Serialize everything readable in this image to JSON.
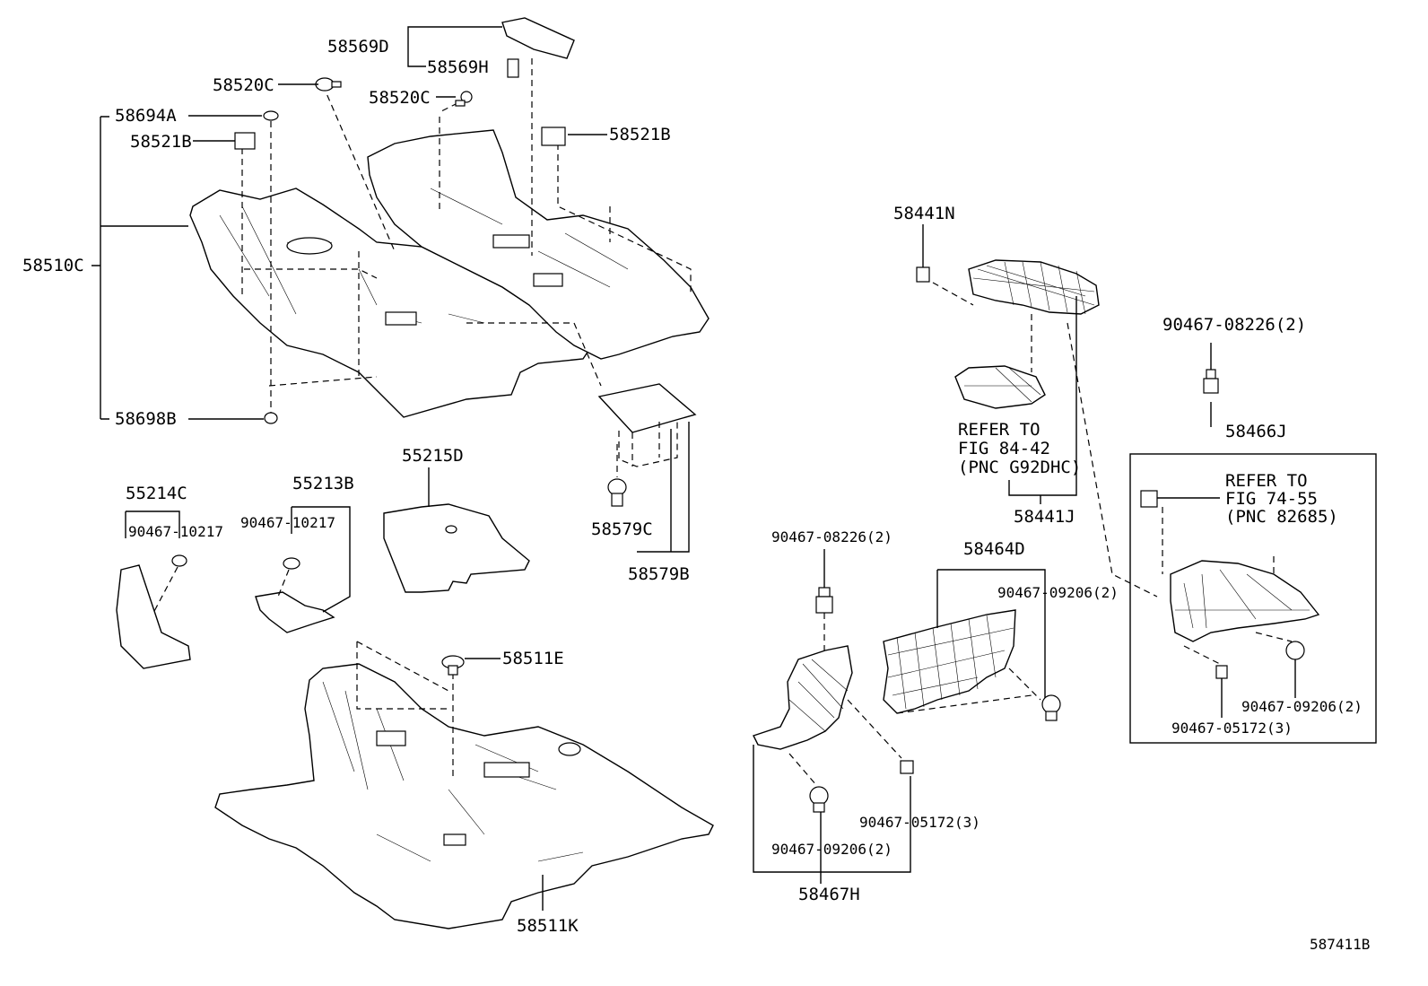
{
  "labels": {
    "p58569D": "58569D",
    "p58569H": "58569H",
    "p58520C_a": "58520C",
    "p58520C_b": "58520C",
    "p58694A": "58694A",
    "p58521B_a": "58521B",
    "p58521B_b": "58521B",
    "p58510C": "58510C",
    "p58698B": "58698B",
    "p58441N": "58441N",
    "p90467_08226_a": "90467-08226(2)",
    "refer1_l1": "REFER TO",
    "refer1_l2": "FIG 84-42",
    "refer1_l3": "(PNC G92DHC)",
    "p58441J": "58441J",
    "p58466J": "58466J",
    "refer2_l1": "REFER TO",
    "refer2_l2": "FIG 74-55",
    "refer2_l3": "(PNC 82685)",
    "p55214C": "55214C",
    "p90467_10217_a": "90467-10217",
    "p55213B": "55213B",
    "p90467_10217_b": "90467-10217",
    "p55215D": "55215D",
    "p58579C": "58579C",
    "p58579B": "58579B",
    "p90467_08226_b": "90467-08226(2)",
    "p58464D": "58464D",
    "p90467_09206_a": "90467-09206(2)",
    "p90467_09206_b": "90467-09206(2)",
    "p90467_05172_a": "90467-05172(3)",
    "p58511E": "58511E",
    "p90467_05172_b": "90467-05172(3)",
    "p90467_09206_c": "90467-09206(2)",
    "p58467H": "58467H",
    "p58511K": "58511K",
    "figure_id": "587411B"
  }
}
